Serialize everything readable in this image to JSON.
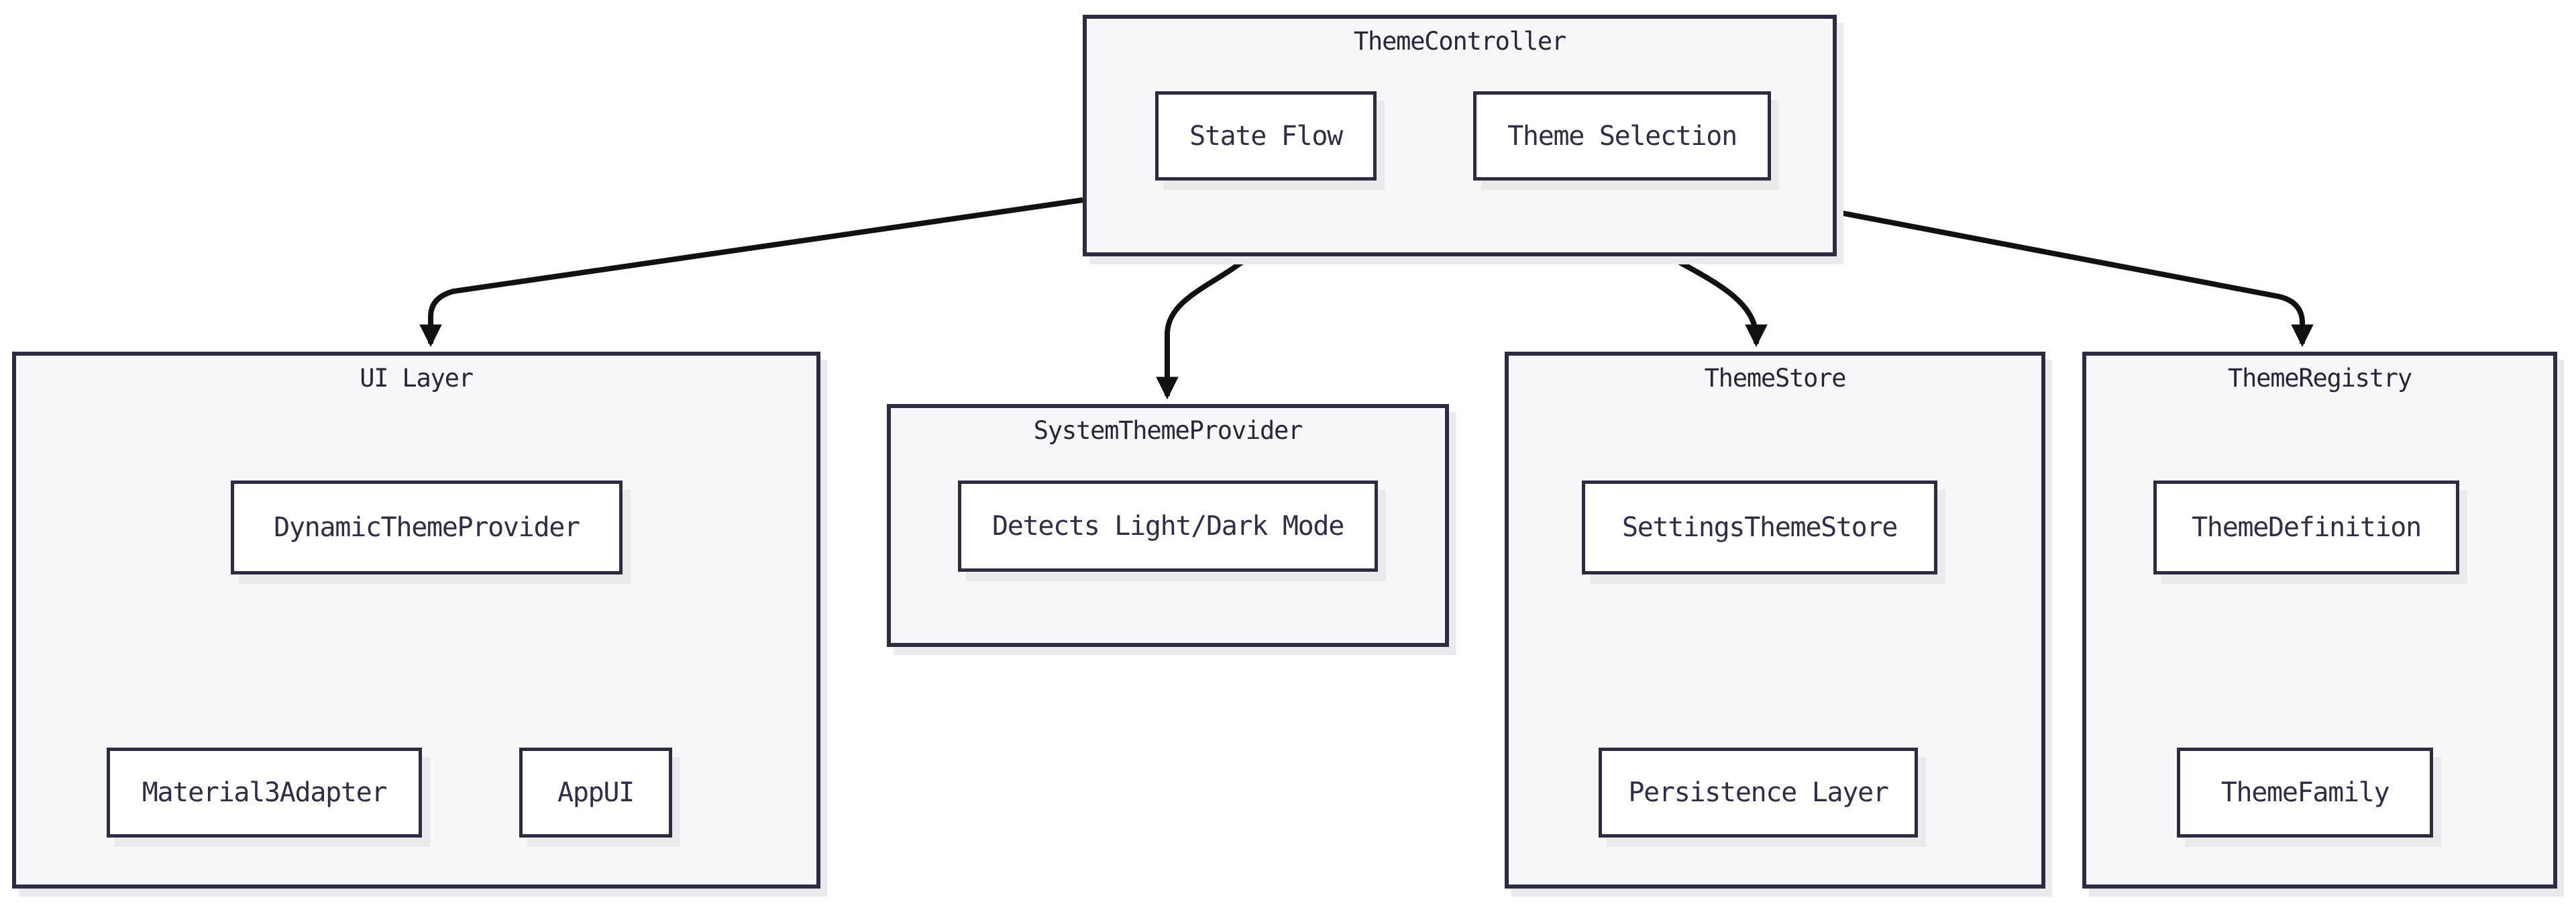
{
  "diagram": {
    "type": "architecture-flowchart",
    "colors": {
      "background": "#ffffff",
      "container_fill": "#f7f7fa",
      "node_fill": "#ffffff",
      "border": "#2b2b42",
      "text": "#2e2e48",
      "shadow": "#e9e9ee",
      "arrow": "#111111"
    },
    "groups": [
      {
        "id": "theme-controller",
        "title": "ThemeController",
        "nodes": [
          {
            "label": "State Flow"
          },
          {
            "label": "Theme Selection"
          }
        ]
      },
      {
        "id": "ui-layer",
        "title": "UI Layer",
        "nodes": [
          {
            "label": "DynamicThemeProvider"
          },
          {
            "label": "Material3Adapter"
          },
          {
            "label": "AppUI"
          }
        ]
      },
      {
        "id": "system-theme-provider",
        "title": "SystemThemeProvider",
        "nodes": [
          {
            "label": "Detects Light/Dark Mode"
          }
        ]
      },
      {
        "id": "theme-store",
        "title": "ThemeStore",
        "nodes": [
          {
            "label": "SettingsThemeStore"
          },
          {
            "label": "Persistence Layer"
          }
        ]
      },
      {
        "id": "theme-registry",
        "title": "ThemeRegistry",
        "nodes": [
          {
            "label": "ThemeDefinition"
          },
          {
            "label": "ThemeFamily"
          }
        ]
      }
    ],
    "edges": [
      {
        "from": "ThemeController",
        "to": "UI Layer"
      },
      {
        "from": "ThemeController",
        "to": "SystemThemeProvider"
      },
      {
        "from": "ThemeController",
        "to": "ThemeStore"
      },
      {
        "from": "ThemeController",
        "to": "ThemeRegistry"
      }
    ]
  }
}
